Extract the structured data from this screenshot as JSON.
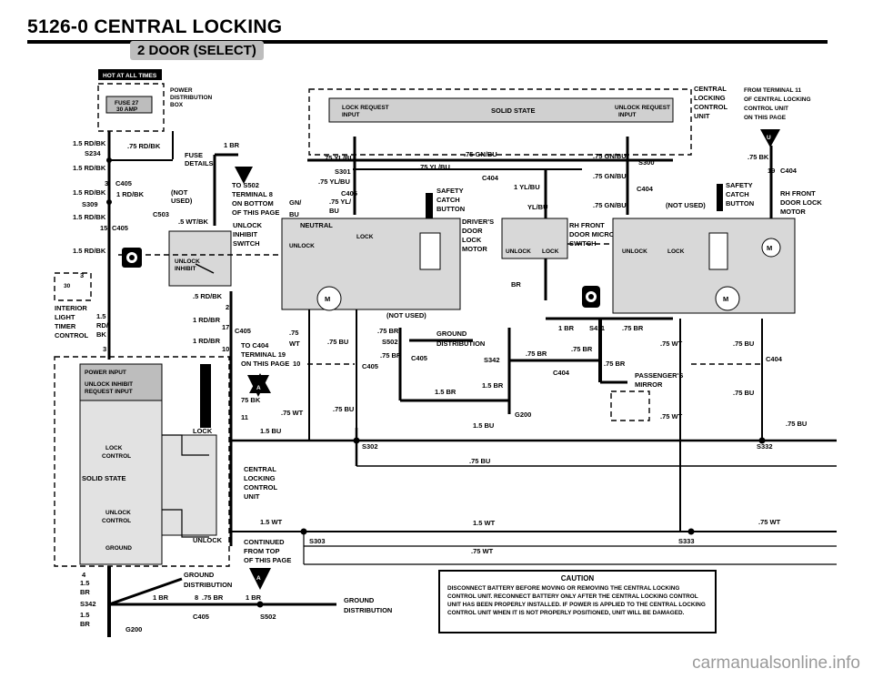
{
  "header": {
    "title": "5126-0   CENTRAL LOCKING",
    "subtitle": "2 DOOR (SELECT)"
  },
  "badges": {
    "hot_at_all_times": "HOT AT ALL TIMES"
  },
  "power_box": {
    "fuse": "FUSE 27",
    "amp": "30 AMP",
    "label_1": "POWER",
    "label_2": "DISTRIBUTION",
    "label_3": "BOX"
  },
  "central_unit": {
    "label_1": "CENTRAL",
    "label_2": "LOCKING",
    "label_3": "CONTROL",
    "label_4": "UNIT",
    "from_1": "FROM TERMINAL 11",
    "from_2": "OF CENTRAL LOCKING",
    "from_3": "CONTROL UNIT",
    "from_4": "ON THIS PAGE",
    "lock_request": "LOCK REQUEST",
    "lock_request_input": "INPUT",
    "solid_state": "SOLID STATE",
    "unlock_request": "UNLOCK REQUEST",
    "unlock_request_input": "INPUT"
  },
  "left_labels": {
    "w1": "1.5 RD/BK",
    "s234": "S234",
    "w2": ".75 RD/BK",
    "fuse_details_1": "FUSE",
    "fuse_details_2": "DETAILS",
    "one_br": "1 BR",
    "w3": "1.5 RD/BK",
    "c405a": "C405",
    "w4": "1.5 RD/BK",
    "one_rdbk": "1 RD/BK",
    "not_used_1": "(NOT",
    "not_used_2": "USED)",
    "s309": "S309",
    "c503": "C503",
    "w5": "1.5 RD/BK",
    "wt_bk": ".5 WT/BK",
    "c405b": "C405",
    "w6": "1.5 RD/BK",
    "to_s502_1": "TO S502",
    "to_s502_2": "TERMINAL 8",
    "to_s502_3": "ON BOTTOM",
    "to_s502_4": "OF THIS PAGE",
    "unlock_inhibit_1": "UNLOCK",
    "unlock_inhibit_2": "INHIBIT",
    "unlock_inhibit_3": "SWITCH",
    "switch_unlock": "UNLOCK",
    "switch_inhibit": "INHIBIT",
    "interior_1": "INTERIOR",
    "interior_2": "LIGHT",
    "interior_3": "TIMER",
    "interior_4": "CONTROL",
    "w15": "1.5",
    "rd": "RD/",
    "bk": "BK",
    "three": "3",
    "rd_bk_5": ".5 RD/BK",
    "rd_br_1": "1 RD/BR",
    "rd_br_2": "1 RD/BR",
    "c405c": "C405",
    "to_c404_1": "TO C404",
    "to_c404_2": "TERMINAL 19",
    "to_c404_3": "ON THIS PAGE",
    "ten": "10",
    "bk75": "75 BK",
    "eleven": "11",
    "wt75": ".75 WT",
    "br15": "1.5 BU",
    "lock": "LOCK",
    "unlock": "UNLOCK",
    "ground": "GROUND",
    "wt15": "1.5 WT"
  },
  "solid_state_box": {
    "power_input": "POWER INPUT",
    "unlock_inhibit_1": "UNLOCK INHIBIT",
    "unlock_inhibit_2": "REQUEST INPUT",
    "lock_control_1": "LOCK",
    "lock_control_2": "CONTROL",
    "solid_state": "SOLID STATE",
    "unlock_control_1": "UNLOCK",
    "unlock_control_2": "CONTROL",
    "ground": "GROUND"
  },
  "middle_labels": {
    "yl_bu_75": ".75 YL/BU",
    "s301": "S301",
    "yl_bu_75b": ".75 YL/BU",
    "c405": "C405",
    "gn_vl": "GN/",
    "bu": "BU",
    "yl75": ".75 YL/",
    "bu3": "BU",
    "neutral": "NEUTRAL",
    "lock": "LOCK",
    "unlock": "UNLOCK",
    "not_used": "(NOT USED)",
    "gn_bu_75": ".75 GN/BU",
    "yl_bu_75c": ".75 YL/BU",
    "c404": "C404",
    "yl_bu_1": "1 YL/BU",
    "safety_1": "SAFETY",
    "safety_2": "CATCH",
    "safety_3": "BUTTON",
    "yl_bu": "YL/BU",
    "drivers_1": "DRIVER'S",
    "drivers_2": "DOOR",
    "drivers_3": "LOCK",
    "drivers_4": "MOTOR",
    "br75": ".75 BR",
    "s502": "S502",
    "ground_1": "GROUND",
    "ground_2": "DISTRIBUTION",
    "c405b": "C405",
    "s342": "S342",
    "br75b": ".75 BR",
    "c405c": "C405",
    "br15": "1.5 BR",
    "g200": "G200",
    "bu15": "1.5 BU",
    "bu75": ".75 BU",
    "s302": "S302",
    "bu75b": ".75 BU",
    "wt75": ".75 WT",
    "bu75c": ".75 BU",
    "wt15": "1.5 WT",
    "s303": "S303",
    "wt75b": ".75 WT",
    "continued_1": "CONTINUED",
    "continued_2": "FROM TOP",
    "continued_3": "OF THIS PAGE",
    "central_1": "CENTRAL",
    "central_2": "LOCKING",
    "central_3": "CONTROL",
    "central_4": "UNIT"
  },
  "right_labels": {
    "gn_bu_75": ".75 GN/BU",
    "s300": "S300",
    "gn_bu_75b": ".75 GN/BU",
    "c404": "C404",
    "gn_bu_75c": ".75 GN/BU",
    "not_used": "(NOT USED)",
    "rh_front_1": "RH FRONT",
    "rh_front_2": "DOOR MICRO-",
    "rh_front_3": "SWITCH",
    "unlock": "UNLOCK",
    "lock": "LOCK",
    "br": "BR",
    "one_br": "1 BR",
    "s411": "S411",
    "br75": ".75 BR",
    "br75b": ".75 BR",
    "br75c": ".75 BR",
    "c404b": "C404",
    "passengers_1": "PASSENGER'S",
    "passengers_2": "MIRROR",
    "wt75": ".75 WT",
    "bk75": ".75 BK",
    "safety_1": "SAFETY",
    "safety_2": "CATCH",
    "safety_3": "BUTTON",
    "rh_motor_1": "RH FRONT",
    "rh_motor_2": "DOOR LOCK",
    "rh_motor_3": "MOTOR",
    "unlock2": "UNLOCK",
    "lock2": "LOCK",
    "wt75b": ".75 WT",
    "bu75": ".75 BU",
    "c404c": "C404",
    "bu75b": ".75 BU",
    "bu75c": ".75 BU",
    "s332": "S332",
    "wt75c": ".75 WT",
    "s333": "S333"
  },
  "bottom_labels": {
    "ground_1": "GROUND",
    "ground_2": "DISTRIBUTION",
    "br15": "1.5",
    "br": "BR",
    "s342": "S342",
    "br_15b": "1.5",
    "br_b": "BR",
    "g200": "G200",
    "one_br": "1 BR",
    "br75": ".75 BR",
    "c405": "C405",
    "one_br_b": "1 BR",
    "s502": "S502",
    "ground_3": "GROUND",
    "ground_4": "DISTRIBUTION"
  },
  "caution": {
    "title": "CAUTION",
    "text": "DISCONNECT BATTERY BEFORE MOVING OR REMOVING THE CENTRAL LOCKING CONTROL UNIT. RECONNECT BATTERY ONLY AFTER THE CENTRAL LOCKING CONTROL UNIT HAS BEEN PROPERLY INSTALLED. IF POWER IS APPLIED TO THE CENTRAL LOCKING CONTROL UNIT WHEN IT IS NOT PROPERLY POSITIONED, UNIT WILL BE DAMAGED."
  },
  "watermark": "carmanualsonline.info",
  "colors": {
    "shade": "#bdbdbd",
    "ink": "#000000"
  }
}
